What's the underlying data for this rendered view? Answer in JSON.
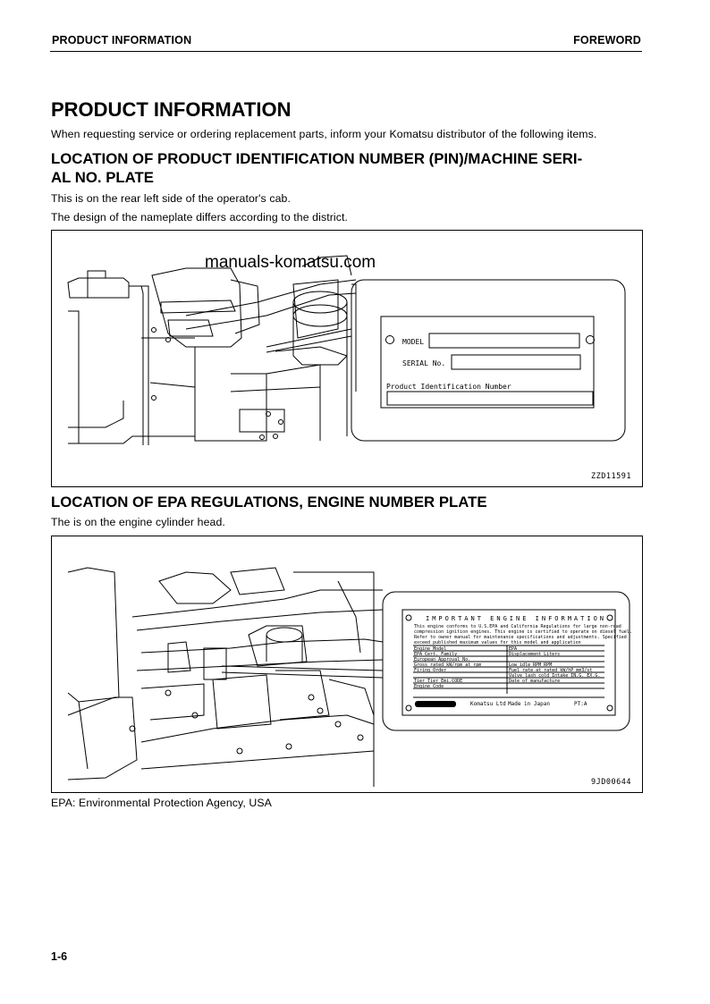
{
  "header": {
    "left": "PRODUCT INFORMATION",
    "right": "FOREWORD"
  },
  "title": "PRODUCT INFORMATION",
  "intro": "When requesting service or ordering replacement parts, inform your Komatsu distributor of the following items.",
  "section1": {
    "heading_line1": "LOCATION OF PRODUCT IDENTIFICATION NUMBER (PIN)/MACHINE SERI-",
    "heading_line2": "AL NO. PLATE",
    "text1": "This is on the rear left side of the operator's cab.",
    "text2": "The design of the nameplate differs according to the district.",
    "figure": {
      "watermark": "manuals-komatsu.com",
      "plate_model": "MODEL",
      "plate_serial": "SERIAL No.",
      "plate_pin": "Product Identification Number",
      "code": "ZZD11591"
    }
  },
  "section2": {
    "heading": "LOCATION OF EPA REGULATIONS, ENGINE NUMBER PLATE",
    "text": "The is on the engine cylinder head.",
    "figure": {
      "plate_title": "IMPORTANT ENGINE INFORMATION",
      "plate_lines": [
        "This engine conforms to      U.S.EPA and California Regulations for large non-road",
        "compression ignition engines. This engine is certified to operate on diesel fuel.",
        "Refer to owner manual for maintenance specifications and adjustments. Specified",
        "exceed published maximum values for this model and application"
      ],
      "rows": [
        [
          "Engine Model",
          "EPA"
        ],
        [
          "EPA Cert. Family",
          "Displacement          Liters"
        ],
        [
          "European Approval No.",
          ""
        ],
        [
          "Gross rated kW/rpm       at     rpm",
          "Low idle RPM            RPM"
        ],
        [
          "Firing Order",
          "Fuel rate at rated kW/hP    mm3/st"
        ],
        [
          "",
          "Valve lash cold Intake   IN.G.   EX.G."
        ],
        [
          "Tier Tier   Emi.CODE",
          "Date of manufacture"
        ],
        [
          "Engine Code",
          ""
        ]
      ],
      "maker": "Komatsu Ltd",
      "made_in": "Made in Japan",
      "pt": "PT:A",
      "code": "9JD00644"
    }
  },
  "footnote": "EPA: Environmental Protection Agency, USA",
  "page_number": "1-6"
}
